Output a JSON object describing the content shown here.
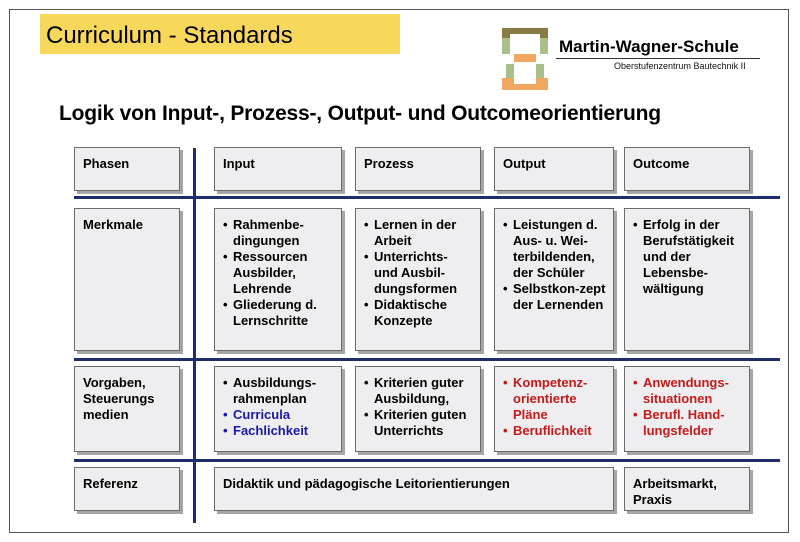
{
  "header": {
    "title": "Curriculum - Standards",
    "school_name": "Martin-Wagner-Schule",
    "school_subtitle": "Oberstufenzentrum Bautechnik II"
  },
  "heading": "Logik von Input-, Prozess-, Output- und Outcomeorientierung",
  "colors": {
    "banner": "#f8d85a",
    "divider": "#1f2d6e",
    "blue_text": "#1a1aa8",
    "red_text": "#c41a1a",
    "logo_brown": "#8a7b45",
    "logo_green": "#a9c08c",
    "logo_orange": "#f0a760"
  },
  "table": {
    "columns": {
      "phasen": "Phasen",
      "input": "Input",
      "prozess": "Prozess",
      "output": "Output",
      "outcome": "Outcome"
    },
    "merkmale": {
      "label": "Merkmale",
      "input": [
        "Rahmenbe-\ndingungen",
        "Ressourcen Ausbilder, Lehrende",
        "Gliederung d. Lernschritte"
      ],
      "prozess": [
        "Lernen in der Arbeit",
        "Unterrichts- und Ausbil-dungsformen",
        "Didaktische Konzepte"
      ],
      "output": [
        "Leistungen d. Aus- u. Wei-terbildenden, der Schüler",
        "Selbstkon-zept der Lernenden"
      ],
      "outcome": [
        "Erfolg in der Berufstätigkeit und der Lebensbe-wältigung"
      ]
    },
    "vorgaben": {
      "label": "Vorgaben, Steuerungs medien",
      "input": [
        "Ausbildungs-rahmenplan",
        "Curricula",
        "Fachlichkeit"
      ],
      "prozess": [
        "Kriterien guter Ausbildung,",
        "Kriterien guten Unterrichts"
      ],
      "output": [
        "Kompetenz-orientierte Pläne",
        "Beruflichkeit"
      ],
      "outcome": [
        "Anwendungs-situationen",
        "Berufl. Hand-lungsfelder"
      ]
    },
    "referenz": {
      "label": "Referenz",
      "main": "Didaktik und pädagogische Leitorientierungen",
      "outcome": "Arbeitsmarkt, Praxis"
    }
  }
}
